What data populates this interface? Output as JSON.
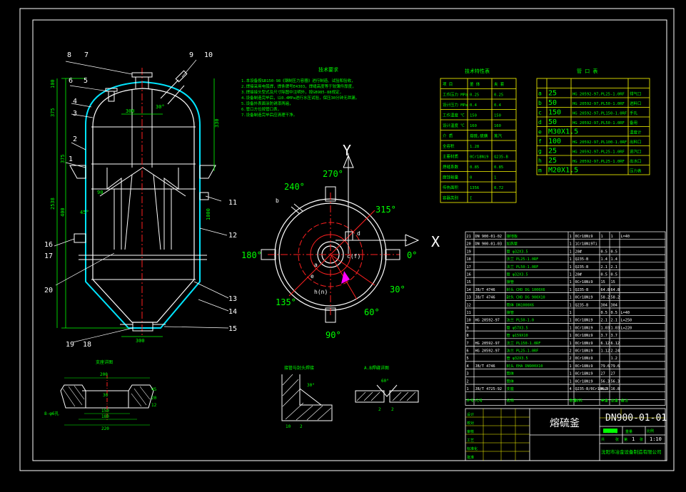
{
  "colors": {
    "background": "#000000",
    "line": "#ffffff",
    "yellow": "#ffff00",
    "green": "#00ff00",
    "red": "#ff2020",
    "cyan": "#00e5ff",
    "magenta": "#ff00ff"
  },
  "vessel": {
    "callouts": [
      "8",
      "7",
      "9",
      "10",
      "6",
      "5",
      "4",
      "3",
      "2",
      "1",
      "11",
      "12",
      "16",
      "17",
      "20",
      "13",
      "14",
      "15",
      "19",
      "18"
    ],
    "dims": {
      "top_width": "300",
      "bottom_width": "300",
      "d100": "100",
      "d375": "375",
      "d375b": "375",
      "d2538": "2538",
      "d400": "400",
      "d45": "45°",
      "d330": "330",
      "d1000": "1000",
      "d90": "90",
      "d30": "30°"
    }
  },
  "tech_notes": {
    "title": "技术要求",
    "lines": [
      "1.本设备按GB150-98《钢制压力容器》进行制造、试验和验收，",
      "2.焊接采用电弧焊，焊条牌号E4303，焊缝高度等于较薄件厚度，",
      "3.焊接接头型式及尺寸除图中注明外，按GB985-88规定，",
      "4.设备制造完毕后，以0.4MPa进行水压试验，保压30分钟无泄漏，",
      "5.设备外表面涂防锈漆两遍，",
      "6.管口方位按管口表，",
      "7.设备制造完毕后应清理干净。"
    ]
  },
  "design_table": {
    "title": "技术特性表",
    "headers": [
      "项  目",
      "釜  体",
      "夹  套"
    ],
    "rows": [
      [
        "工作压力 MPa",
        "0.25",
        "0.25"
      ],
      [
        "设计压力 MPa",
        "0.4",
        "0.4"
      ],
      [
        "工作温度 ℃",
        "150",
        "150"
      ],
      [
        "设计温度 ℃",
        "160",
        "160"
      ],
      [
        "介  质",
        "熔硫,硫磺",
        "蒸汽"
      ],
      [
        "全容积",
        "1.28",
        ""
      ],
      [
        "主要材质",
        "0Cr18Ni9",
        "Q235-B"
      ],
      [
        "焊缝系数",
        "0.85",
        "0.85"
      ],
      [
        "腐蚀裕量",
        "0",
        "1"
      ],
      [
        "传热面积",
        "1356",
        "0.72"
      ],
      [
        "容器类别",
        "I",
        ""
      ]
    ]
  },
  "nozzle_table": {
    "title": "管 口 表",
    "rows": [
      [
        "a",
        "25",
        "HG 20592-97,PL25-1.0RF",
        "排气口"
      ],
      [
        "b",
        "50",
        "HG 20592-97,PL50-1.0RF",
        "进料口"
      ],
      [
        "c",
        "150",
        "HG 20592-97,PL150-1.0RF",
        "手孔"
      ],
      [
        "d",
        "50",
        "HG 20592-97,PL50-1.0RF",
        "备用"
      ],
      [
        "e",
        "M30X1.5",
        "",
        "温度计"
      ],
      [
        "f",
        "100",
        "HG 20592-97,PL100-1.0RF",
        "出料口"
      ],
      [
        "g",
        "25",
        "HG 20592-97,PL25-1.0RF",
        "进汽口"
      ],
      [
        "h",
        "25",
        "HG 20592-97,PL25-1.0RF",
        "出水口"
      ],
      [
        "m",
        "M20X1.5",
        "",
        "压力表"
      ]
    ]
  },
  "plan_view": {
    "axis_x": "X",
    "axis_y": "Y",
    "angles": [
      "270°",
      "240°",
      "315°",
      "180°",
      "0°",
      "30°",
      "135°",
      "60°",
      "90°"
    ],
    "letters": [
      "b",
      "c(f)",
      "d",
      "a",
      "h(n)",
      "e"
    ]
  },
  "parts_list": {
    "rows": [
      [
        "21",
        "DN 900-01-02",
        "接地板",
        "1",
        "0Cr18Ni9",
        "1",
        "1",
        "L=40"
      ],
      [
        "20",
        "DN 900-01-03",
        "加热管",
        "1",
        "1Cr18Ni9Ti",
        "",
        "",
        ""
      ],
      [
        "19",
        "",
        "管 φ32X3.5",
        "1",
        "20#",
        "0.5",
        "0.5",
        ""
      ],
      [
        "18",
        "",
        "法兰 PL25-1.0RF",
        "1",
        "Q235-B",
        "1.4",
        "1.4",
        ""
      ],
      [
        "17",
        "",
        "法兰 PL50-1.0RF",
        "1",
        "Q235-B",
        "2.1",
        "2.1",
        ""
      ],
      [
        "16",
        "",
        "管 φ32X3.5",
        "1",
        "20#",
        "0.5",
        "0.5",
        ""
      ],
      [
        "15",
        "",
        "接管",
        "1",
        "0Cr18Ni9",
        "15",
        "15",
        ""
      ],
      [
        "14",
        "JB/T 4746",
        "封头 CHD DG 1000X6",
        "1",
        "Q235-B",
        "64.8",
        "64.8",
        ""
      ],
      [
        "13",
        "JB/T 4746",
        "封头 CHD DG 900X10",
        "1",
        "0Cr18Ni9",
        "58.2",
        "58.2",
        ""
      ],
      [
        "12",
        "",
        "筒体 DN1000X6",
        "1",
        "Q235-B",
        "304",
        "304",
        ""
      ],
      [
        "11",
        "",
        "接管",
        "1",
        "",
        "0.5",
        "0.5",
        "L=40"
      ],
      [
        "10",
        "HG 20592-97",
        "法兰 PL50-1.0",
        "1",
        "0Cr18Ni9",
        "2.1",
        "2.1",
        "L=250"
      ],
      [
        "9",
        "",
        "管 φ57X3.5",
        "1",
        "0Cr18Ni9",
        "1.03",
        "1.03",
        "L=220"
      ],
      [
        "8",
        "",
        "管 φ159X10",
        "1",
        "0Cr18Ni9",
        "3.7",
        "3.7",
        ""
      ],
      [
        "7",
        "HG 20592-97",
        "法兰 PL150-1.0RF",
        "1",
        "0Cr18Ni9",
        "6.12",
        "6.12",
        ""
      ],
      [
        "6",
        "HG 20592-97",
        "法兰 PL25-1.0RF",
        "2",
        "0Cr18Ni9",
        "1.12",
        "2.24",
        ""
      ],
      [
        "5",
        "",
        "管 φ32X3.5",
        "2",
        "0Cr18Ni9",
        "",
        "1.2",
        ""
      ],
      [
        "4",
        "JB/T 4746",
        "封头 EHA DN900X10",
        "1",
        "0Cr18Ni9",
        "79.6",
        "79.6",
        ""
      ],
      [
        "3",
        "",
        "筒体",
        "1",
        "0Cr18Ni9",
        "27",
        "27",
        ""
      ],
      [
        "2",
        "",
        "筒体",
        "1",
        "0Cr18Ni9",
        "56.3",
        "56.3",
        ""
      ],
      [
        "1",
        "JB/T 4725-92",
        "支座",
        "4",
        "Q235-B/0Cr18Ni9",
        "4.2",
        "16.8",
        ""
      ]
    ],
    "header": [
      "件号",
      "代号",
      "名称",
      "数量",
      "材料",
      "单重",
      "总重",
      "备注"
    ]
  },
  "title_block": {
    "name": "熔硫釜",
    "drawing_no": "DN900-01-01",
    "scale": "1:10",
    "sheet": "1",
    "company": "沈阳市冶金设备制造有限公司",
    "labels": [
      "设计",
      "校对",
      "审核",
      "工艺",
      "标准化",
      "批准",
      "比例",
      "共",
      "张",
      "第",
      "张",
      "阶段标记",
      "重量"
    ]
  },
  "detail_views": {
    "support": {
      "title": "支座详图",
      "dims": [
        "200",
        "30",
        "150",
        "180",
        "220",
        "8-φ6孔",
        "45",
        "20",
        "12"
      ]
    },
    "weld": {
      "title": "接管与封头焊接",
      "dims": [
        "30°",
        "10",
        "2"
      ]
    },
    "ab": {
      "title": "A.B焊缝详图",
      "dims": [
        "60°",
        "2",
        "2"
      ]
    }
  }
}
